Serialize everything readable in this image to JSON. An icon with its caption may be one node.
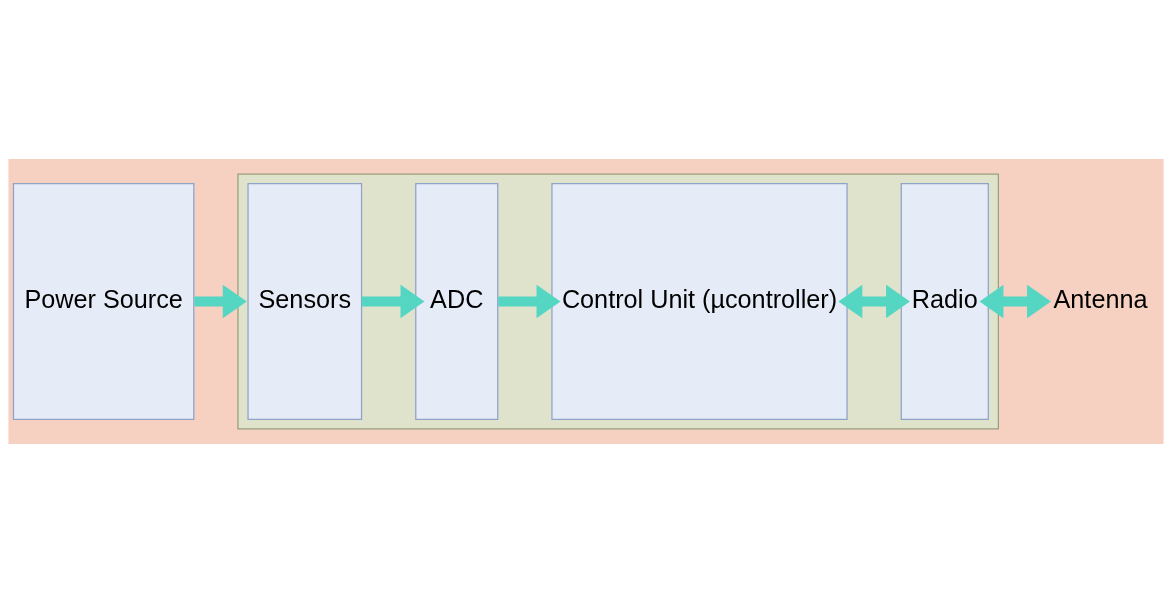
{
  "diagram": {
    "nodes": [
      {
        "text": [
          "Power Source"
        ]
      },
      {
        "text": [],
        "shape": "box"
      },
      {
        "text": [
          "Sensors"
        ],
        "in": 1
      },
      {
        "text": [
          "ADC"
        ],
        "in": 1
      },
      {
        "text": [
          "Control Unit (µcontroller)"
        ],
        "in": 1
      },
      {
        "text": [
          "Radio"
        ],
        "in": 1
      },
      {
        "text": [
          "Antenna"
        ]
      }
    ],
    "edges": [
      {
        "from": 0,
        "to": 1,
        "arrow": "to"
      },
      {
        "from": 2,
        "to": 3,
        "arrow": "to"
      },
      {
        "from": 3,
        "to": 4,
        "arrow": "to"
      },
      {
        "from": 4,
        "to": 5,
        "arrow": "both"
      },
      {
        "from": 5,
        "to": 6,
        "arrow": "both"
      }
    ]
  }
}
